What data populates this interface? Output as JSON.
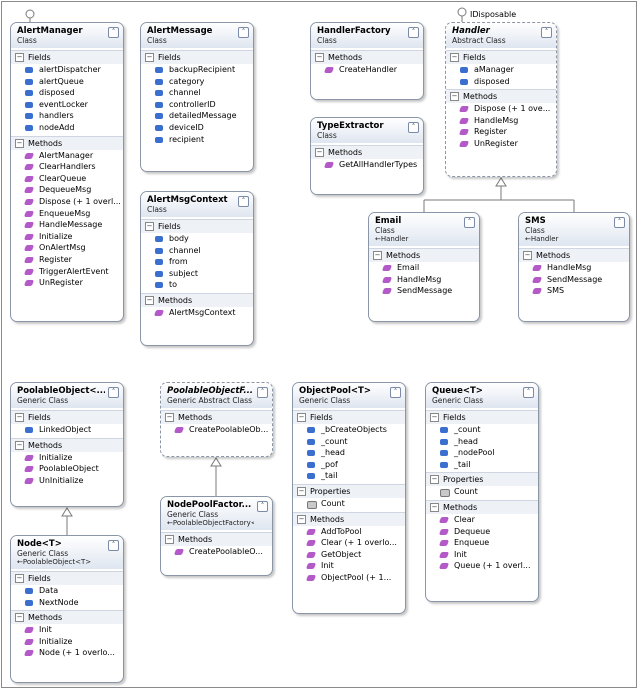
{
  "interfaces": {
    "idisposable_label": "IDisposable"
  },
  "classes": [
    {
      "id": "alertmanager",
      "title": "AlertManager",
      "kind": "Class",
      "sections": [
        {
          "name": "Fields",
          "members": [
            {
              "name": "alertDispatcher",
              "kind": "field"
            },
            {
              "name": "alertQueue",
              "kind": "field"
            },
            {
              "name": "disposed",
              "kind": "field"
            },
            {
              "name": "eventLocker",
              "kind": "field"
            },
            {
              "name": "handlers",
              "kind": "field"
            },
            {
              "name": "nodeAdd",
              "kind": "field"
            }
          ]
        },
        {
          "name": "Methods",
          "members": [
            {
              "name": "AlertManager",
              "kind": "method"
            },
            {
              "name": "ClearHandlers",
              "kind": "method"
            },
            {
              "name": "ClearQueue",
              "kind": "method"
            },
            {
              "name": "DequeueMsg",
              "kind": "method"
            },
            {
              "name": "Dispose (+ 1 overl...",
              "kind": "method"
            },
            {
              "name": "EnqueueMsg",
              "kind": "method"
            },
            {
              "name": "HandleMessage",
              "kind": "method"
            },
            {
              "name": "Initialize",
              "kind": "method"
            },
            {
              "name": "OnAlertMsg",
              "kind": "method"
            },
            {
              "name": "Register",
              "kind": "method"
            },
            {
              "name": "TriggerAlertEvent",
              "kind": "method"
            },
            {
              "name": "UnRegister",
              "kind": "method"
            }
          ]
        }
      ]
    },
    {
      "id": "alertmessage",
      "title": "AlertMessage",
      "kind": "Class",
      "sections": [
        {
          "name": "Fields",
          "members": [
            {
              "name": "backupRecipient",
              "kind": "field"
            },
            {
              "name": "category",
              "kind": "field"
            },
            {
              "name": "channel",
              "kind": "field"
            },
            {
              "name": "controllerID",
              "kind": "field"
            },
            {
              "name": "detailedMessage",
              "kind": "field"
            },
            {
              "name": "deviceID",
              "kind": "field"
            },
            {
              "name": "recipient",
              "kind": "field"
            }
          ]
        }
      ]
    },
    {
      "id": "alertmsgcontext",
      "title": "AlertMsgContext",
      "kind": "Class",
      "sections": [
        {
          "name": "Fields",
          "members": [
            {
              "name": "body",
              "kind": "field"
            },
            {
              "name": "channel",
              "kind": "field"
            },
            {
              "name": "from",
              "kind": "field"
            },
            {
              "name": "subject",
              "kind": "field"
            },
            {
              "name": "to",
              "kind": "field"
            }
          ]
        },
        {
          "name": "Methods",
          "members": [
            {
              "name": "AlertMsgContext",
              "kind": "method"
            }
          ]
        }
      ]
    },
    {
      "id": "handlerfactory",
      "title": "HandlerFactory",
      "kind": "Class",
      "sections": [
        {
          "name": "Methods",
          "members": [
            {
              "name": "CreateHandler",
              "kind": "method"
            }
          ]
        }
      ]
    },
    {
      "id": "typeextractor",
      "title": "TypeExtractor",
      "kind": "Class",
      "sections": [
        {
          "name": "Methods",
          "members": [
            {
              "name": "GetAllHandlerTypes",
              "kind": "method"
            }
          ]
        }
      ]
    },
    {
      "id": "handler",
      "title": "Handler",
      "kind": "Abstract Class",
      "abstract": true,
      "sections": [
        {
          "name": "Fields",
          "members": [
            {
              "name": "aManager",
              "kind": "field"
            },
            {
              "name": "disposed",
              "kind": "field"
            }
          ]
        },
        {
          "name": "Methods",
          "members": [
            {
              "name": "Dispose (+ 1 ove...",
              "kind": "method"
            },
            {
              "name": "HandleMsg",
              "kind": "method"
            },
            {
              "name": "Register",
              "kind": "method"
            },
            {
              "name": "UnRegister",
              "kind": "method"
            }
          ]
        }
      ]
    },
    {
      "id": "email",
      "title": "Email",
      "kind": "Class",
      "base": "Handler",
      "sections": [
        {
          "name": "Methods",
          "members": [
            {
              "name": "Email",
              "kind": "method"
            },
            {
              "name": "HandleMsg",
              "kind": "method"
            },
            {
              "name": "SendMessage",
              "kind": "method"
            }
          ]
        }
      ]
    },
    {
      "id": "sms",
      "title": "SMS",
      "kind": "Class",
      "base": "Handler",
      "sections": [
        {
          "name": "Methods",
          "members": [
            {
              "name": "HandleMsg",
              "kind": "method"
            },
            {
              "name": "SendMessage",
              "kind": "method"
            },
            {
              "name": "SMS",
              "kind": "method"
            }
          ]
        }
      ]
    },
    {
      "id": "poolableobject",
      "title": "PoolableObject<...",
      "kind": "Generic Class",
      "sections": [
        {
          "name": "Fields",
          "members": [
            {
              "name": "LinkedObject",
              "kind": "field"
            }
          ]
        },
        {
          "name": "Methods",
          "members": [
            {
              "name": "Initialize",
              "kind": "method"
            },
            {
              "name": "PoolableObject",
              "kind": "method"
            },
            {
              "name": "UnInitialize",
              "kind": "method"
            }
          ]
        }
      ]
    },
    {
      "id": "poolableobjectfactory",
      "title": "PoolableObjectF...",
      "kind": "Generic Abstract Class",
      "abstract": true,
      "sections": [
        {
          "name": "Methods",
          "members": [
            {
              "name": "CreatePoolableOb...",
              "kind": "method"
            }
          ]
        }
      ]
    },
    {
      "id": "nodepoolfactory",
      "title": "NodePoolFactor...",
      "kind": "Generic Class",
      "base": "PoolableObjectFactory<...",
      "sections": [
        {
          "name": "Methods",
          "members": [
            {
              "name": "CreatePoolableO...",
              "kind": "method"
            }
          ]
        }
      ]
    },
    {
      "id": "node",
      "title": "Node<T>",
      "kind": "Generic Class",
      "base": "PoolableObject<T>",
      "sections": [
        {
          "name": "Fields",
          "members": [
            {
              "name": "Data",
              "kind": "field"
            },
            {
              "name": "NextNode",
              "kind": "field"
            }
          ]
        },
        {
          "name": "Methods",
          "members": [
            {
              "name": "Init",
              "kind": "method"
            },
            {
              "name": "Initialize",
              "kind": "method"
            },
            {
              "name": "Node (+ 1 overlo...",
              "kind": "method"
            }
          ]
        }
      ]
    },
    {
      "id": "objectpool",
      "title": "ObjectPool<T>",
      "kind": "Generic Class",
      "sections": [
        {
          "name": "Fields",
          "members": [
            {
              "name": "_bCreateObjects",
              "kind": "field"
            },
            {
              "name": "_count",
              "kind": "field"
            },
            {
              "name": "_head",
              "kind": "field"
            },
            {
              "name": "_pof",
              "kind": "field"
            },
            {
              "name": "_tail",
              "kind": "field"
            }
          ]
        },
        {
          "name": "Properties",
          "members": [
            {
              "name": "Count",
              "kind": "prop"
            }
          ]
        },
        {
          "name": "Methods",
          "members": [
            {
              "name": "AddToPool",
              "kind": "method"
            },
            {
              "name": "Clear (+ 1 overlo...",
              "kind": "method"
            },
            {
              "name": "GetObject",
              "kind": "method"
            },
            {
              "name": "Init",
              "kind": "method"
            },
            {
              "name": "ObjectPool (+ 1...",
              "kind": "method"
            }
          ]
        }
      ]
    },
    {
      "id": "queue",
      "title": "Queue<T>",
      "kind": "Generic Class",
      "sections": [
        {
          "name": "Fields",
          "members": [
            {
              "name": "_count",
              "kind": "field"
            },
            {
              "name": "_head",
              "kind": "field"
            },
            {
              "name": "_nodePool",
              "kind": "field"
            },
            {
              "name": "_tail",
              "kind": "field"
            }
          ]
        },
        {
          "name": "Properties",
          "members": [
            {
              "name": "Count",
              "kind": "prop"
            }
          ]
        },
        {
          "name": "Methods",
          "members": [
            {
              "name": "Clear",
              "kind": "method"
            },
            {
              "name": "Dequeue",
              "kind": "method"
            },
            {
              "name": "Enqueue",
              "kind": "method"
            },
            {
              "name": "Init",
              "kind": "method"
            },
            {
              "name": "Queue (+ 1 overl...",
              "kind": "method"
            }
          ]
        }
      ]
    }
  ],
  "relations": [
    {
      "type": "inherits",
      "from": "email",
      "to": "handler"
    },
    {
      "type": "inherits",
      "from": "sms",
      "to": "handler"
    },
    {
      "type": "inherits",
      "from": "node",
      "to": "poolableobject"
    },
    {
      "type": "inherits",
      "from": "nodepoolfactory",
      "to": "poolableobjectfactory"
    },
    {
      "type": "implements",
      "from": "handler",
      "to": "IDisposable"
    },
    {
      "type": "implements",
      "from": "alertmanager",
      "to": "IDisposable"
    }
  ]
}
